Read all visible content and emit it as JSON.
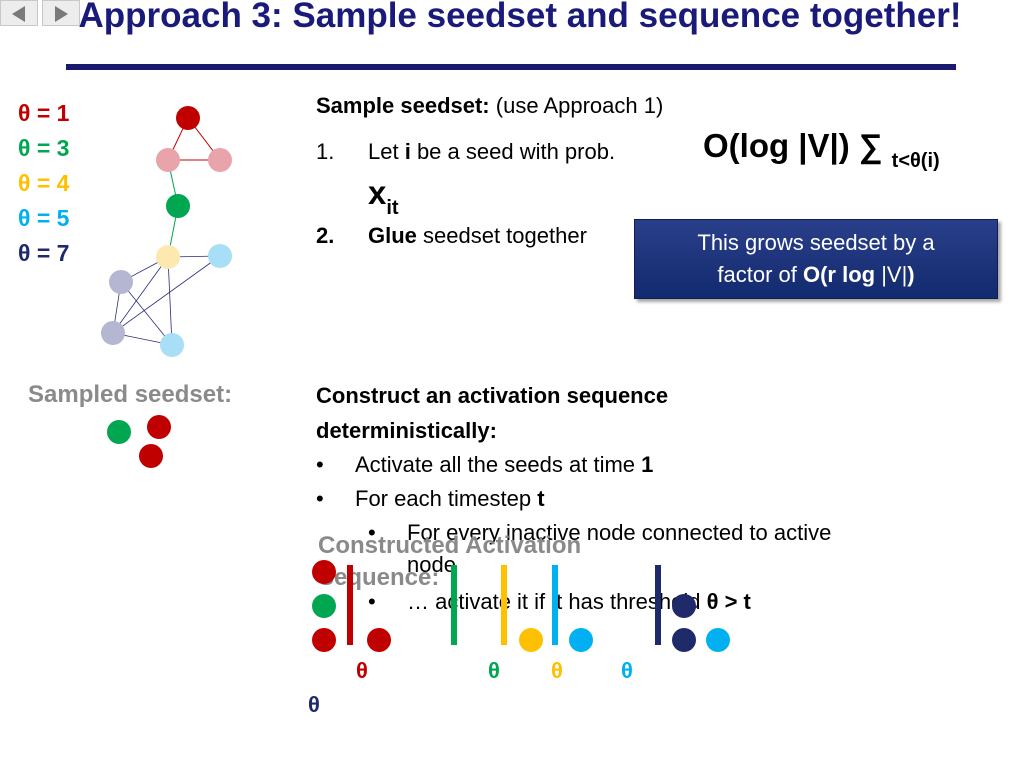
{
  "nav": {
    "prev_icon": "triangle-left",
    "next_icon": "triangle-right"
  },
  "title": "Approach 3: Sample seedset and sequence together!",
  "thresholds": [
    {
      "label": "θ = 1",
      "color": "#c00000"
    },
    {
      "label": "θ = 3",
      "color": "#00a650"
    },
    {
      "label": "θ = 4",
      "color": "#ffc000"
    },
    {
      "label": "θ = 5",
      "color": "#00b0f0"
    },
    {
      "label": "θ = 7",
      "color": "#1f2a6b"
    }
  ],
  "sample_section": {
    "heading_bold": "Sample seedset:",
    "heading_rest": " (use Approach 1)",
    "step1_num": "1.",
    "step1_pre": "Let ",
    "step1_var": "i",
    "step1_post": " be a seed with prob.",
    "step1_formula": "O(log |V|) ∑",
    "step1_sub": "t<θ(i)",
    "step1_x": "x",
    "step1_x_sub": "it",
    "step2_num": "2.",
    "step2_bold": "Glue",
    "step2_rest": " seedset together"
  },
  "callout": {
    "line1": "This grows seedset by a",
    "line2_pre": "factor of ",
    "line2_bold": "O(r log ",
    "line2_mid": "|V|",
    "line2_end": ")"
  },
  "sampled_label": "Sampled seedset:",
  "construct": {
    "heading_line1": "Construct an activation sequence",
    "heading_line2": "deterministically:",
    "bullet1_pre": "Activate all the seeds at time ",
    "bullet1_bold": "1",
    "bullet2_pre": "For each timestep ",
    "bullet2_bold": "t",
    "sub1_line1": "For every inactive node connected to active",
    "sub1_line2": "node",
    "sub2_pre": "… activate it if it has threshold ",
    "sub2_bold": "θ > t",
    "bullet_glyph": "•"
  },
  "constructed_label": "Constructed Activation Sequence:",
  "sequence_thetas": [
    {
      "label": "θ",
      "color": "#c00000"
    },
    {
      "label": "θ",
      "color": "#00a650"
    },
    {
      "label": "θ",
      "color": "#ffc000"
    },
    {
      "label": "θ",
      "color": "#00b0f0"
    },
    {
      "label": "θ",
      "color": "#1f2a6b"
    }
  ],
  "colors": {
    "red": "#c00000",
    "light_red": "#e8a4aa",
    "green": "#00a650",
    "light_yellow": "#fde9b0",
    "light_blue": "#a9def7",
    "lavender": "#b4b6d2",
    "yellow": "#ffc000",
    "blue": "#00b0f0",
    "navy": "#1f2a6b",
    "title_blue": "#1a1a7a"
  }
}
